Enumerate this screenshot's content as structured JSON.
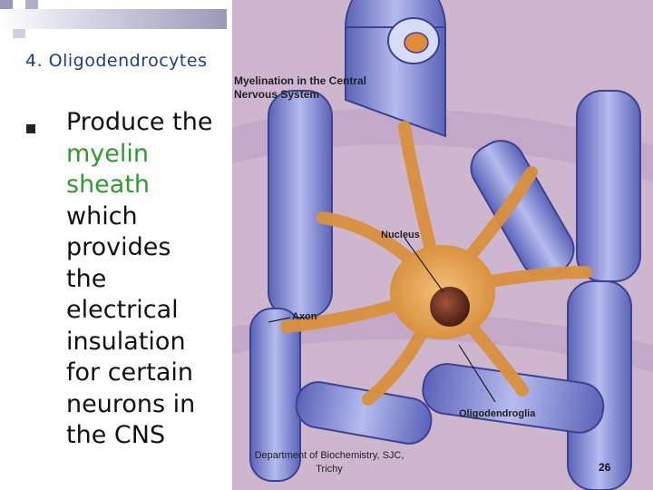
{
  "slide": {
    "title": "4. Oligodendrocytes",
    "bullet": {
      "pre": "Produce the",
      "highlight_1": "myelin",
      "highlight_2": "sheath",
      "post_lines": [
        "which",
        "provides",
        "the",
        "electrical",
        "insulation",
        "for certain",
        "neurons in",
        "the CNS"
      ]
    },
    "highlight_color": "#2e9b2e",
    "title_color": "#1f3b8c"
  },
  "figure": {
    "title_line_1": "Myelination in the Central",
    "title_line_2": "Nervous System",
    "labels": {
      "nucleus": "Nucleus",
      "axon": "Axon",
      "oligodendroglia": "Oligodendroglia"
    }
  },
  "footer": {
    "line_1": "Department of Biochemistry, SJC,",
    "line_2": "Trichy"
  },
  "page_number": "26"
}
